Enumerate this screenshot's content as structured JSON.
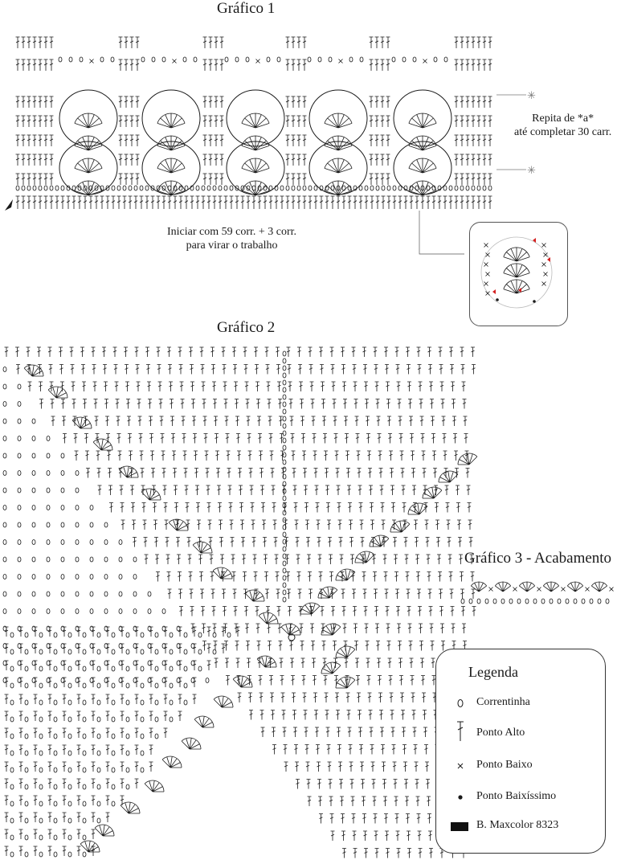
{
  "graph1": {
    "title": "Gráfico 1",
    "repeat_note_line1": "Repita de *a*",
    "repeat_note_line2": "até completar 30 carr.",
    "start_note_line1": "Iniciar com 59 corr. + 3 corr.",
    "start_note_line2": "para virar o trabalho"
  },
  "graph2": {
    "title": "Gráfico 2"
  },
  "graph3": {
    "title": "Gráfico 3 - Acabamento"
  },
  "legend": {
    "title": "Legenda",
    "items": [
      {
        "icon": "chain-stitch-icon",
        "label": "Correntinha"
      },
      {
        "icon": "double-crochet-icon",
        "label": "Ponto Alto"
      },
      {
        "icon": "single-crochet-icon",
        "label": "Ponto Baixo"
      },
      {
        "icon": "slip-stitch-icon",
        "label": "Ponto Baixíssimo"
      },
      {
        "icon": "yarn-color-swatch-icon",
        "label": "B. Maxcolor 8323"
      }
    ]
  },
  "colors": {
    "ink": "#1a1a1a",
    "accent": "#d42020",
    "swatch": "#111111"
  }
}
